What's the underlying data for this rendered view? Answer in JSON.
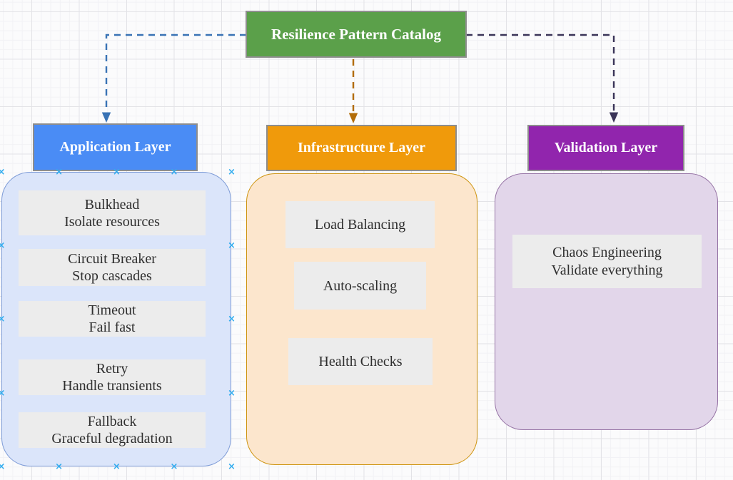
{
  "diagram": {
    "canvas": {
      "background": "#FBFBFC",
      "grid_minor": "#F2F2F5",
      "grid_major": "#E3E3E7"
    },
    "header_border_color": "#8D8D8D",
    "title_node": {
      "label": "Resilience Pattern Catalog",
      "fill": "#5BA04A",
      "text_color": "#FFFFFF",
      "border_color": "#8F8F8F"
    },
    "item_style": {
      "fill": "#ECECEC",
      "text_color": "#2E2E2E"
    },
    "selection": {
      "marker_color": "#33ADEF",
      "marker_glyph": "×"
    },
    "columns": [
      {
        "header": {
          "label": "Application Layer",
          "fill": "#4A8CF5",
          "text_color": "#FFFFFF"
        },
        "container": {
          "fill": "#DBE5FA",
          "border_color": "#7D9BD7"
        },
        "edge_color": "#3973B5",
        "items": [
          {
            "title": "Bulkhead",
            "subtitle": "Isolate resources"
          },
          {
            "title": "Circuit Breaker",
            "subtitle": "Stop cascades"
          },
          {
            "title": "Timeout",
            "subtitle": "Fail fast"
          },
          {
            "title": "Retry",
            "subtitle": "Handle transients"
          },
          {
            "title": "Fallback",
            "subtitle": "Graceful degradation"
          }
        ]
      },
      {
        "header": {
          "label": "Infrastructure Layer",
          "fill": "#F09A0B",
          "text_color": "#FFFFFF"
        },
        "container": {
          "fill": "#FCE6CD",
          "border_color": "#CE9410"
        },
        "edge_color": "#B26C08",
        "items": [
          {
            "title": "Load Balancing"
          },
          {
            "title": "Auto-scaling"
          },
          {
            "title": "Health Checks"
          }
        ]
      },
      {
        "header": {
          "label": "Validation Layer",
          "fill": "#9125AD",
          "text_color": "#FFFFFF"
        },
        "container": {
          "fill": "#E2D6EA",
          "border_color": "#9673A5"
        },
        "edge_color": "#3A3458",
        "items": [
          {
            "title": "Chaos Engineering",
            "subtitle": "Validate everything"
          }
        ]
      }
    ]
  }
}
